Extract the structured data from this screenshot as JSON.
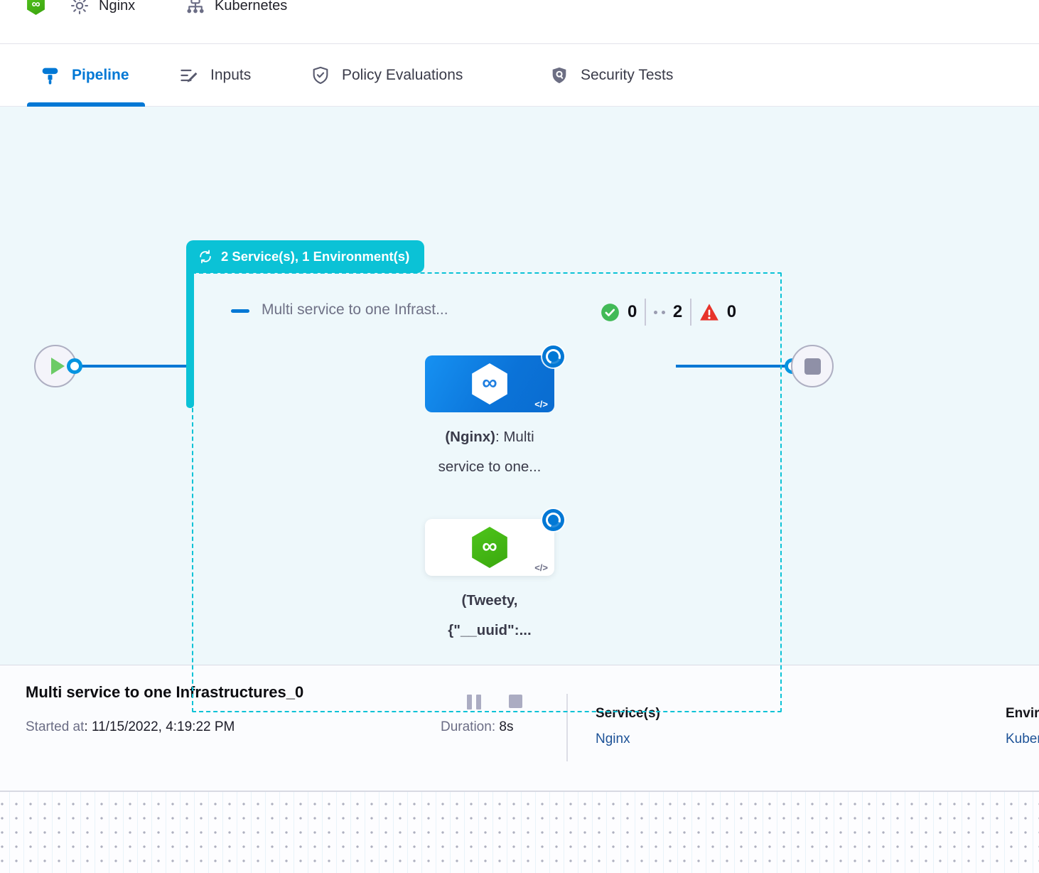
{
  "header": {
    "pipeline_name": "Nginx",
    "environment_name": "Kubernetes",
    "logo_glyph": "∞"
  },
  "tabs": {
    "pipeline": "Pipeline",
    "inputs": "Inputs",
    "policy": "Policy Evaluations",
    "security": "Security Tests"
  },
  "canvas": {
    "group_badge_label": "2 Service(s), 1 Environment(s)",
    "stage_group_title": "Multi service to one Infrast...",
    "counts": {
      "success": "0",
      "running": "2",
      "failed": "0"
    },
    "stage1": {
      "name_bold": "(Nginx)",
      "name_rest": ": Multi",
      "line2": "service to one...",
      "code_glyph": "</>",
      "logo_glyph": "∞"
    },
    "stage2": {
      "line1": "(Tweety,",
      "line2": "{\"__uuid\":...",
      "code_glyph": "</>",
      "logo_glyph": "∞"
    }
  },
  "footer": {
    "title": "Multi service to one Infrastructures_0",
    "started_label": "Started at",
    "started_value": ": 11/15/2022, 4:19:22 PM",
    "duration_label": "Duration: ",
    "duration_value": "8s",
    "services_label": "Service(s)",
    "services_value": "Nginx",
    "environments_label": "Environment(s)",
    "environments_value": "Kubernetes"
  },
  "colors": {
    "accent_blue": "#0278D5",
    "teal": "#0BC2D6",
    "success_green": "#42BA57",
    "error_red": "#E7332A",
    "canvas_bg": "#EEF8FB",
    "link_navy": "#1D5297"
  }
}
